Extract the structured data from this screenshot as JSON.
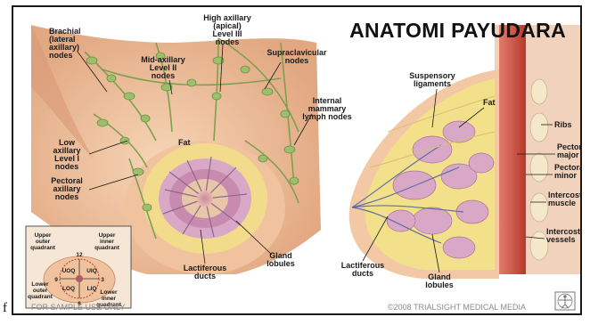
{
  "title": "ANATOMI PAYUDARA",
  "stray_char": "f",
  "footer": {
    "left": "FOR SAMPLE USE ONLY",
    "right": "©2008 TRIALSIGHT MEDICAL MEDIA"
  },
  "labels": {
    "brachial": [
      "Brachial",
      "(lateral",
      "axillary)",
      "nodes"
    ],
    "high_axillary": [
      "High axillary",
      "(apical)",
      "Level III",
      "nodes"
    ],
    "mid_axillary": [
      "Mid-axillary",
      "Level II",
      "nodes"
    ],
    "supraclavicular": [
      "Supraclavicular",
      "nodes"
    ],
    "internal_mammary": [
      "Internal",
      "mammary",
      "lymph nodes"
    ],
    "low_axillary": [
      "Low",
      "axillary",
      "Level I",
      "nodes"
    ],
    "fat_front": "Fat",
    "pectoral_axillary": [
      "Pectoral",
      "axillary",
      "nodes"
    ],
    "gland_lobules_front": [
      "Gland",
      "lobules"
    ],
    "lactiferous_front": [
      "Lactiferous",
      "ducts"
    ],
    "suspensory": [
      "Suspensory",
      "ligaments"
    ],
    "fat_side": "Fat",
    "ribs": "Ribs",
    "pectoralis_major": [
      "Pectoralis",
      "major"
    ],
    "pectoralis_minor": [
      "Pectoralis",
      "minor"
    ],
    "intercostal_muscle": [
      "Intercostal",
      "muscle"
    ],
    "intercostal_vessels": [
      "Intercostal",
      "vessels"
    ],
    "lactiferous_side": [
      "Lactiferous",
      "ducts"
    ],
    "gland_lobules_side": [
      "Gland",
      "lobules"
    ]
  },
  "inset": {
    "upper_outer": [
      "Upper",
      "outer",
      "quadrant"
    ],
    "upper_inner": [
      "Upper",
      "inner",
      "quadrant"
    ],
    "lower_outer": [
      "Lower",
      "outer",
      "quadrant"
    ],
    "lower_inner": [
      "Lower",
      "inner",
      "quadrant"
    ],
    "uoq": "UOQ",
    "uiq": "UIQ",
    "loq": "LOQ",
    "liq": "LIQ",
    "clock_12": "12",
    "clock_3": "3",
    "clock_6": "6",
    "clock_9": "9"
  },
  "colors": {
    "skin": "#f2c9a4",
    "skin_dark": "#d99c76",
    "fat": "#f3e08a",
    "lymph": "#9bbf6a",
    "gland": "#d9a8c6",
    "muscle": "#c84a3a"
  }
}
